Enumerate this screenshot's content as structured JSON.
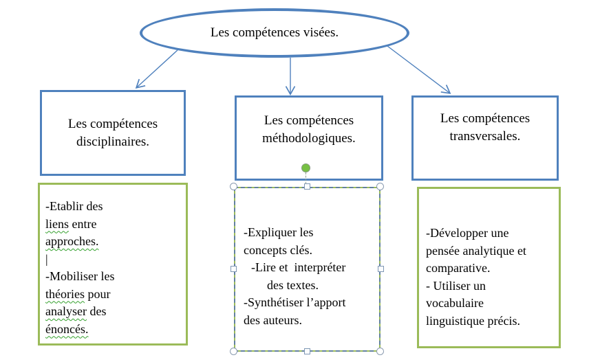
{
  "root": {
    "label": "Les compétences visées."
  },
  "branches": [
    {
      "title": "Les compétences disciplinaires."
    },
    {
      "title": "Les compétences méthodologiques."
    },
    {
      "title": "Les compétences transversales."
    }
  ],
  "details": {
    "disciplinaires": {
      "lines": [
        {
          "pre": "-Etablir des"
        },
        {
          "sq": "liens",
          "post": " entre"
        },
        {
          "sq": "approches."
        },
        {
          "pre": "|"
        },
        {
          "pre": "-Mobiliser les"
        },
        {
          "sq": "théories",
          "post": " pour"
        },
        {
          "sq": "analyser",
          "post": " des"
        },
        {
          "sq": "énoncés."
        }
      ]
    },
    "methodologiques": {
      "lines": [
        "-Expliquer les",
        "concepts clés.",
        "-Lire et  interpréter",
        "des textes.",
        "-Synthétiser l’apport",
        "des auteurs."
      ]
    },
    "transversales": {
      "lines": [
        "-Développer une",
        "pensée analytique et",
        "comparative.",
        "- Utiliser un",
        "vocabulaire",
        "linguistique précis."
      ]
    }
  },
  "colors": {
    "shape_blue": "#4f81bd",
    "shape_green": "#9bbb59",
    "selection_dash": "#62809f",
    "rotate_handle_green": "#77c043",
    "squiggle_green": "#33a02c",
    "text": "#000000",
    "background": "#ffffff"
  }
}
